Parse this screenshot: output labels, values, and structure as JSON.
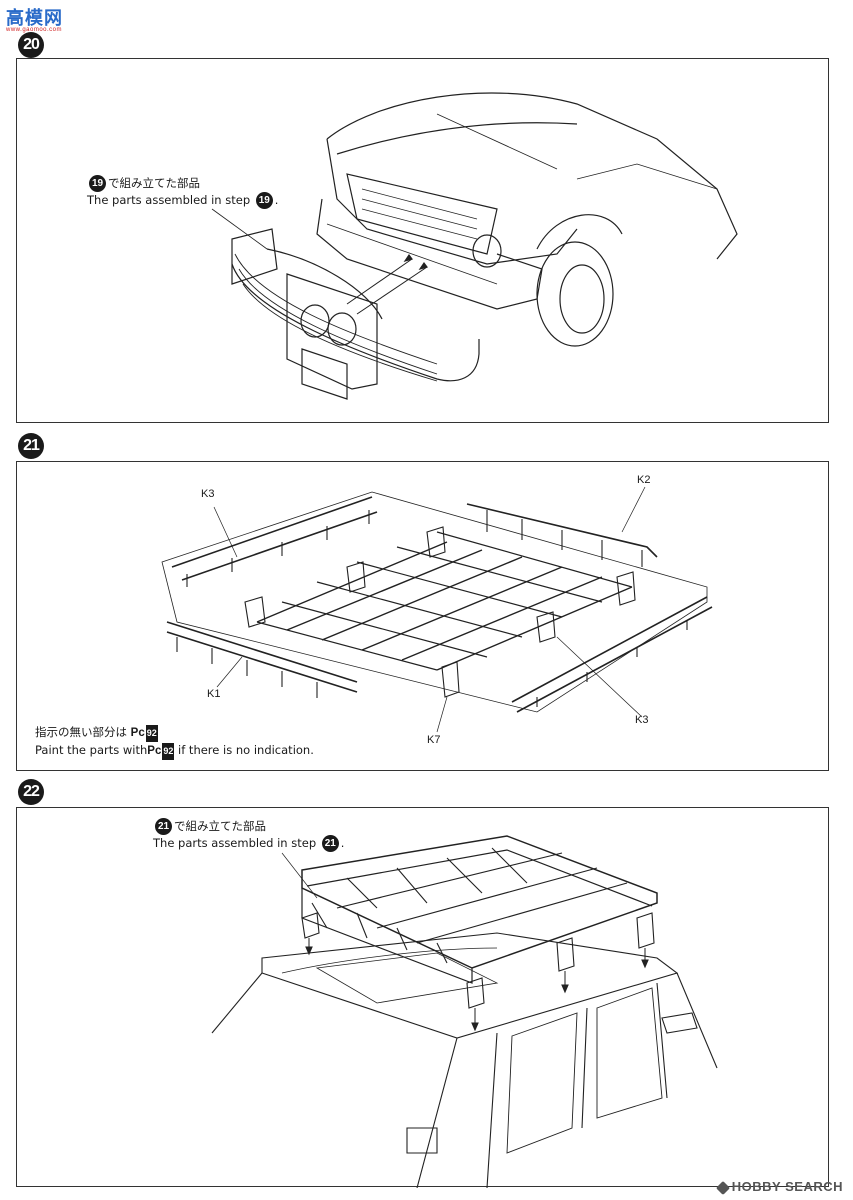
{
  "logo": {
    "brand": "高模网",
    "url": "www.gaomoo.com"
  },
  "steps": [
    {
      "number": "20",
      "caption_jp_num": "19",
      "caption_jp": "で組み立てた部品",
      "caption_en": "The parts assembled in step",
      "caption_en_num": "19"
    },
    {
      "number": "21",
      "labels": [
        "K3",
        "K2",
        "K1",
        "K7",
        "K3"
      ],
      "note_jp": "指示の無い部分は",
      "note_pc": "Pc",
      "note_pc_num": "92",
      "note_en_prefix": "Paint the parts with",
      "note_en_suffix": "if there is no indication."
    },
    {
      "number": "22",
      "caption_jp_num": "21",
      "caption_jp": "で組み立てた部品",
      "caption_en": "The parts assembled in step",
      "caption_en_num": "21"
    }
  ],
  "watermark": "HOBBY SEARCH"
}
